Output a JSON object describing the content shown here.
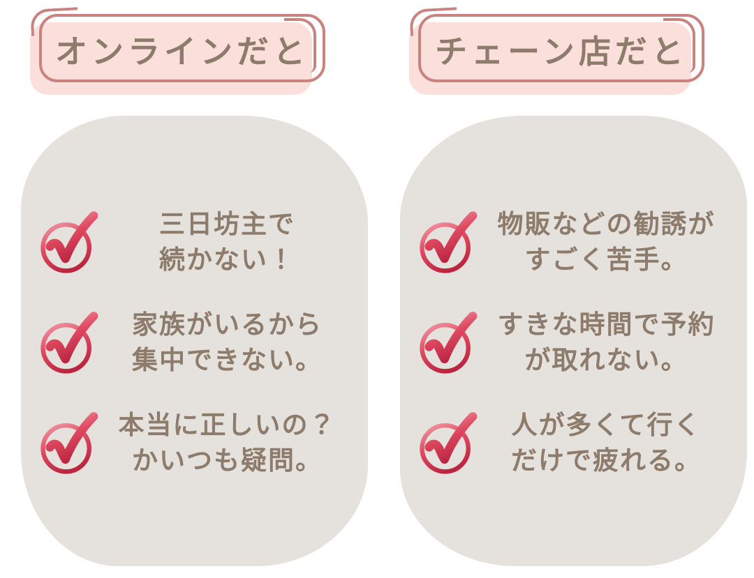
{
  "colors": {
    "background": "#ffffff",
    "header_fill": "#fbdfdb",
    "header_border": "#c9837f",
    "text_brown": "#8d7b6b",
    "panel_gray": "#e5e1dc",
    "check_red": "#d63c55"
  },
  "columns": [
    {
      "header": "オンラインだと",
      "items": [
        {
          "line1": "三日坊主で",
          "line2": "続かない！"
        },
        {
          "line1": "家族がいるから",
          "line2": "集中できない。"
        },
        {
          "line1": "本当に正しいの？",
          "line2": "かいつも疑問。"
        }
      ]
    },
    {
      "header": "チェーン店だと",
      "items": [
        {
          "line1": "物販などの勧誘が",
          "line2": "すごく苦手。"
        },
        {
          "line1": "すきな時間で予約",
          "line2": "が取れない。"
        },
        {
          "line1": "人が多くて行く",
          "line2": "だけで疲れる。"
        }
      ]
    }
  ],
  "icons": {
    "check": "check-circle-icon"
  }
}
